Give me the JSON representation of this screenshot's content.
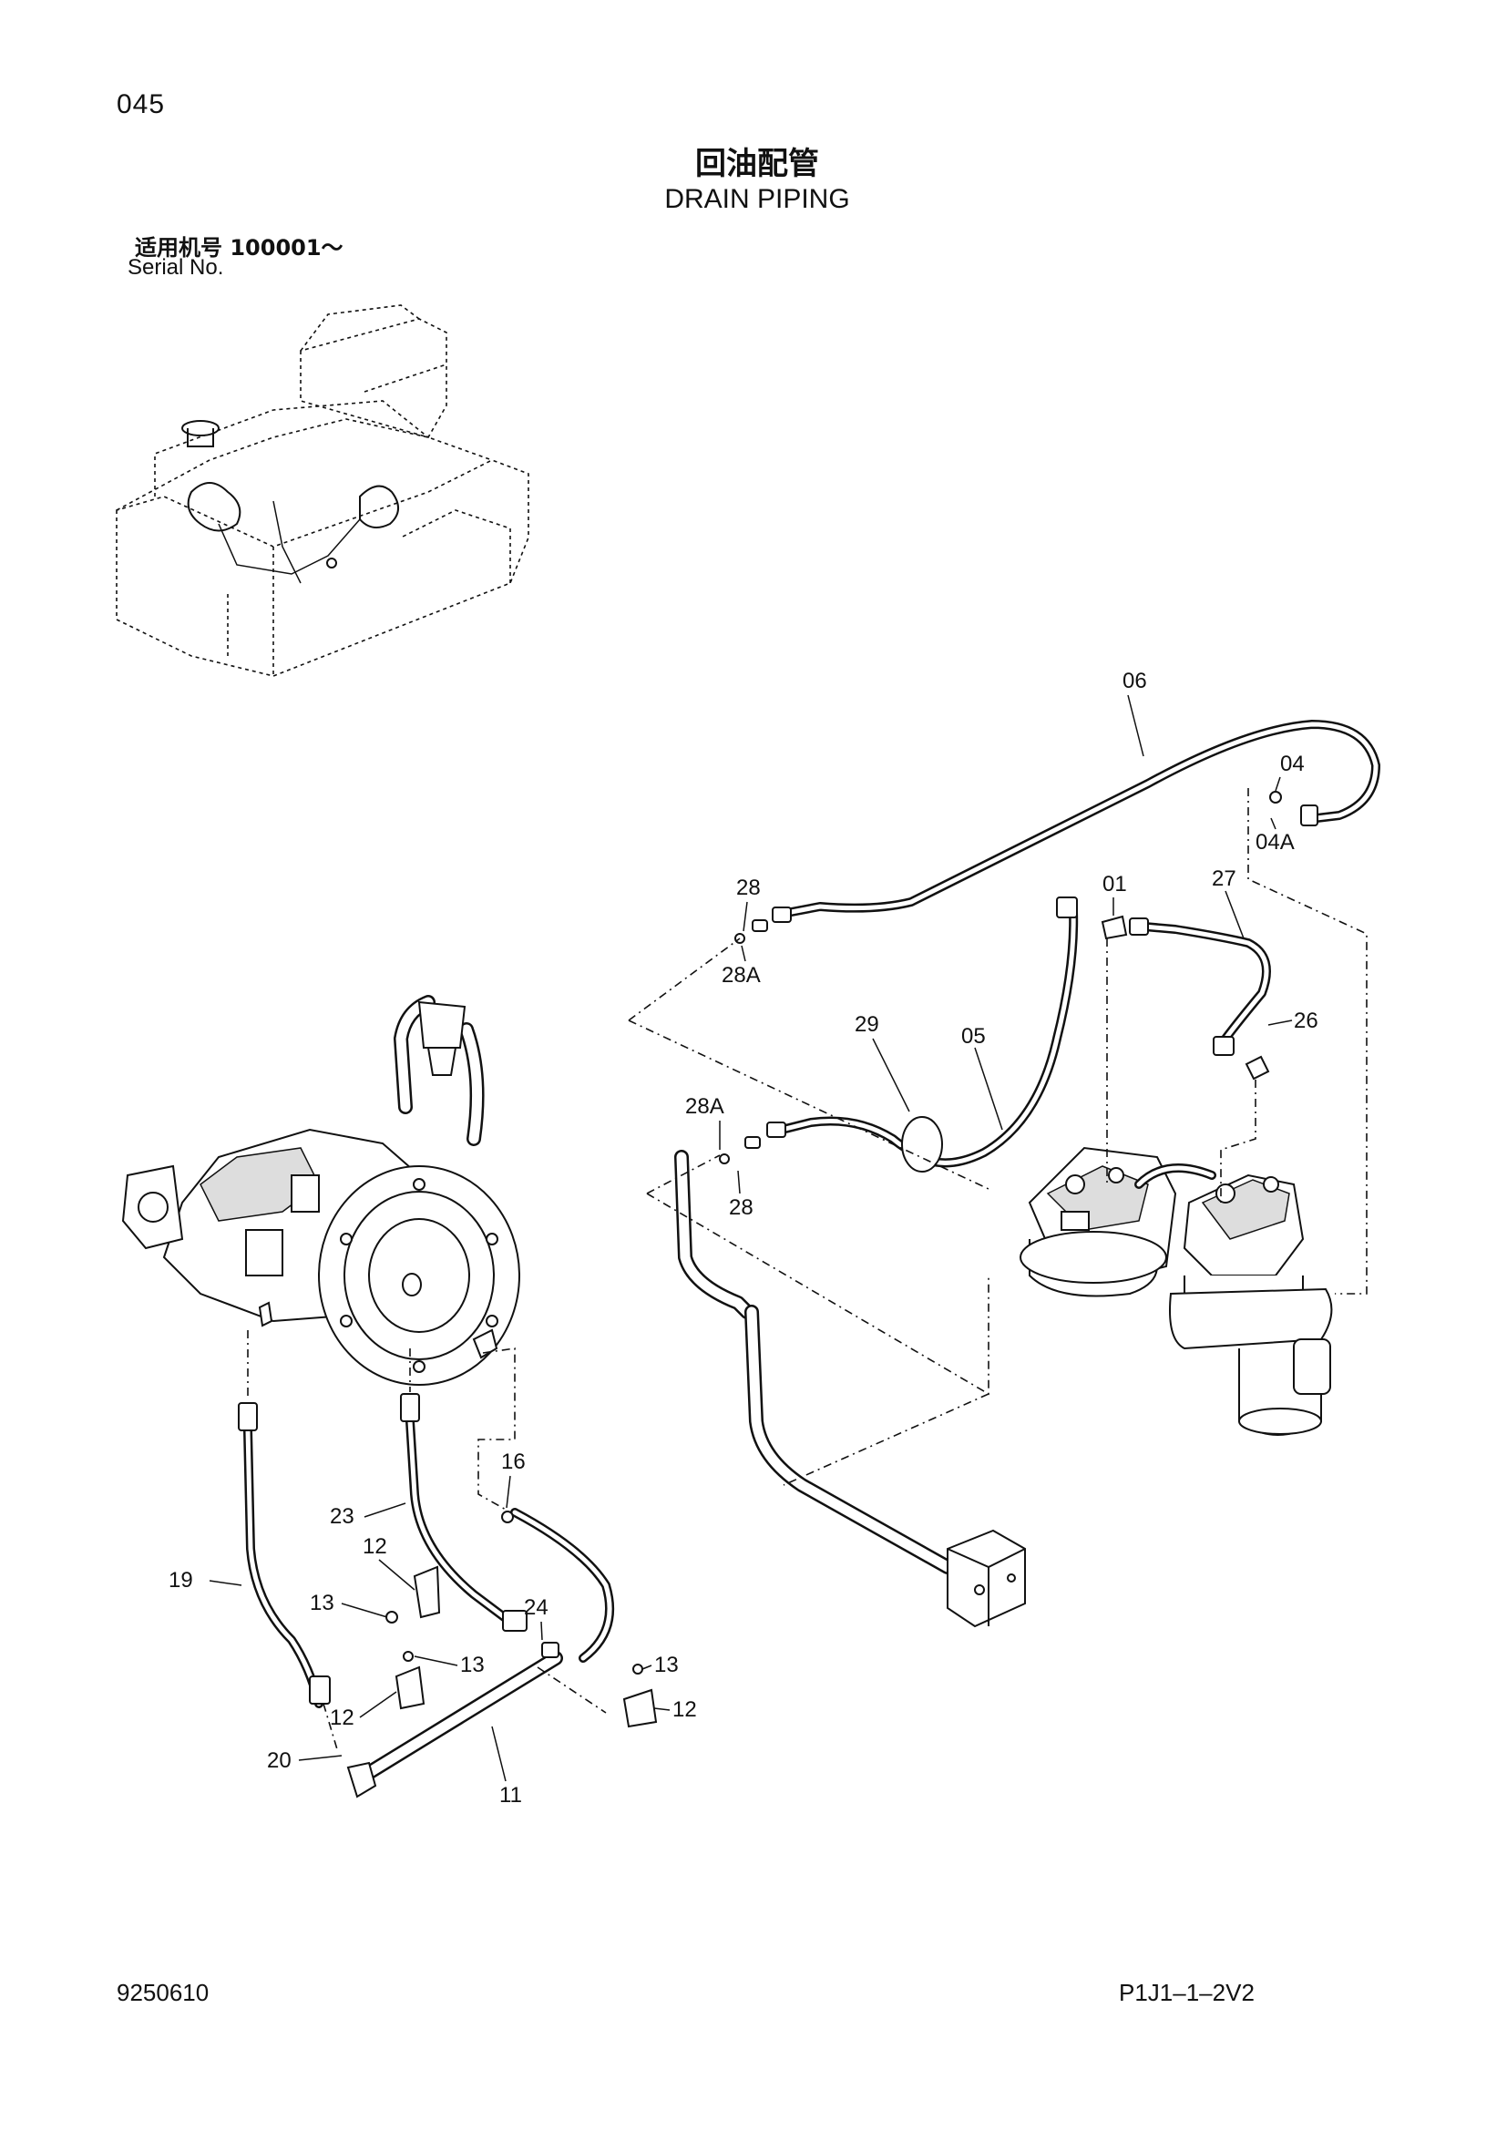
{
  "header": {
    "page_number": "045",
    "title_cn": "回油配管",
    "title_en": "DRAIN PIPING",
    "serial_label_cn": "适用机号  100001～",
    "serial_label_en": "Serial No."
  },
  "footer": {
    "document_code": "9250610",
    "figure_code": "P1J1–1–2V2"
  },
  "callouts": {
    "c06": "06",
    "c04": "04",
    "c04a": "04A",
    "c28_top": "28",
    "c28a_top": "28A",
    "c01": "01",
    "c27": "27",
    "c26": "26",
    "c29": "29",
    "c05": "05",
    "c28a_mid": "28A",
    "c28_mid": "28",
    "c16": "16",
    "c23": "23",
    "c12_a": "12",
    "c19": "19",
    "c13_a": "13",
    "c24": "24",
    "c13_b": "13",
    "c13_c": "13",
    "c12_b": "12",
    "c12_c": "12",
    "c20": "20",
    "c11": "11"
  }
}
